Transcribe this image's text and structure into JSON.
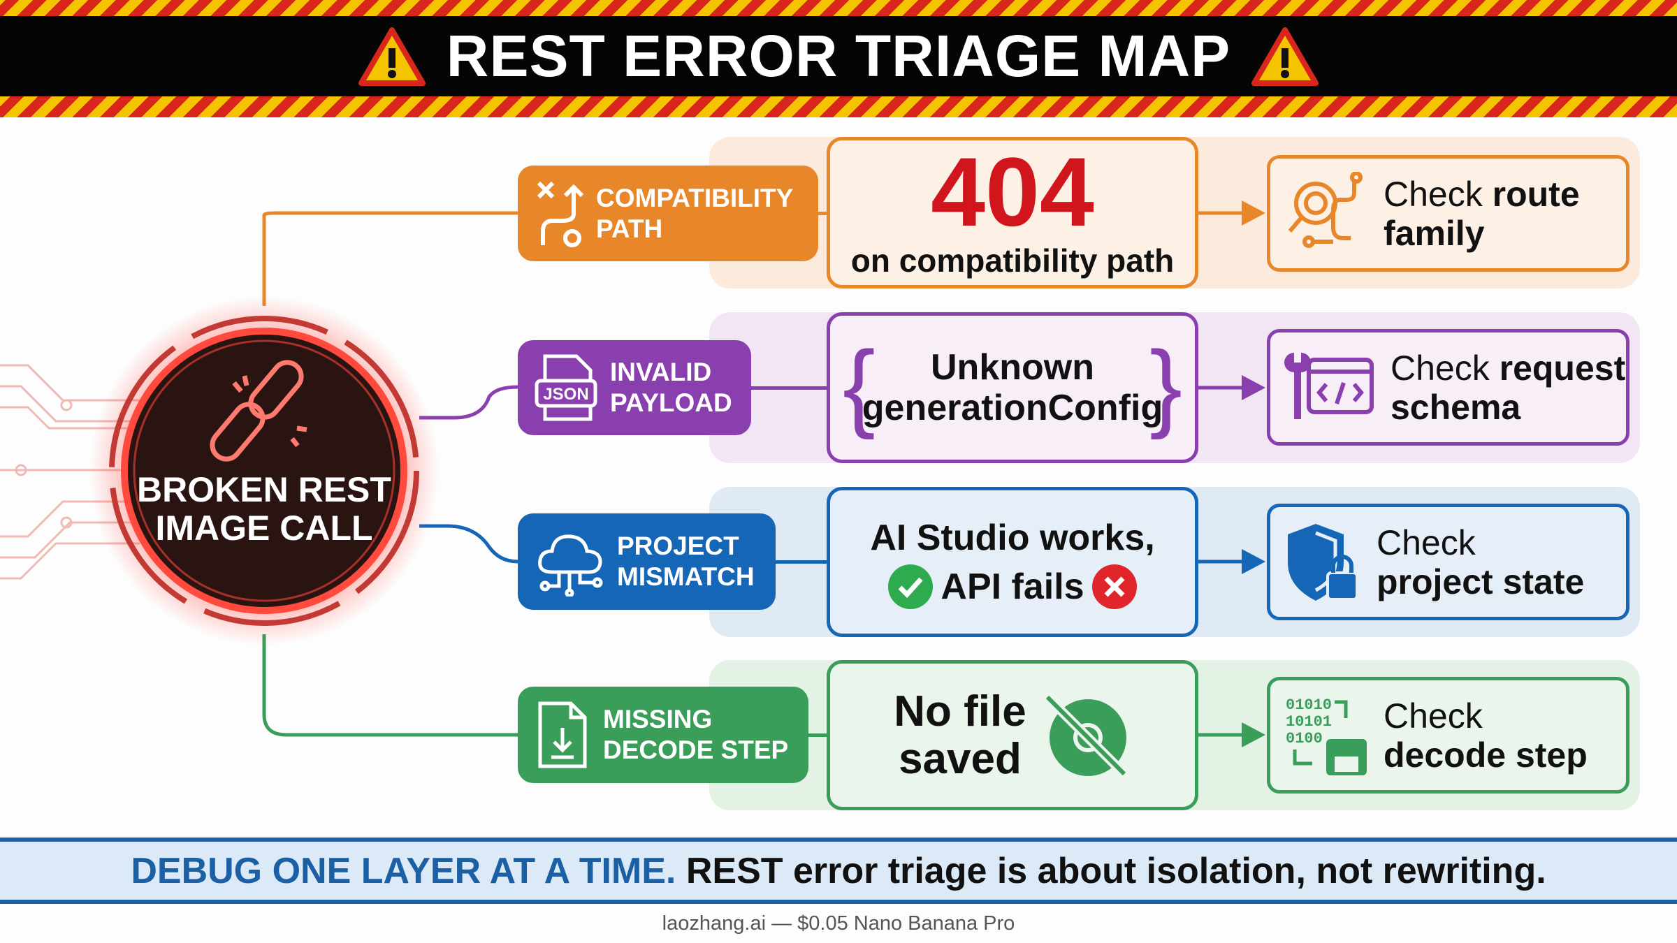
{
  "header": {
    "title": "REST ERROR TRIAGE MAP",
    "icon": "warning-triangle-icon"
  },
  "hub": {
    "line1": "BROKEN REST",
    "line2": "IMAGE CALL",
    "icon": "broken-link-icon"
  },
  "colors": {
    "orange": "#e8872a",
    "purple": "#8a3fae",
    "blue": "#1666b8",
    "green": "#3a9e5a",
    "red": "#d0151c"
  },
  "rows": [
    {
      "category": [
        "COMPATIBILITY",
        "PATH"
      ],
      "category_icon": "route-path-icon",
      "symptom_big": "404",
      "symptom": "on compatibility path",
      "action": {
        "prefix": "Check ",
        "bold": "route",
        "line2": "family"
      },
      "action_icon": "search-route-icon"
    },
    {
      "category": [
        "INVALID",
        "PAYLOAD"
      ],
      "category_icon": "json-file-icon",
      "json_label": "JSON",
      "symptom": [
        "Unknown",
        "generationConfig"
      ],
      "action": {
        "prefix": "Check ",
        "bold": "request",
        "line2": "schema"
      },
      "action_icon": "wrench-code-icon"
    },
    {
      "category": [
        "PROJECT",
        "MISMATCH"
      ],
      "category_icon": "cloud-network-icon",
      "symptom": [
        "AI Studio works,",
        "API fails"
      ],
      "action": {
        "prefix": "Check",
        "bold": "",
        "line2": "project state"
      },
      "action_icon": "shield-lock-icon"
    },
    {
      "category": [
        "MISSING",
        "DECODE STEP"
      ],
      "category_icon": "file-download-icon",
      "symptom": [
        "No file",
        "saved"
      ],
      "action": {
        "prefix": "Check",
        "bold": "",
        "line2": "decode step"
      },
      "action_icon": "binary-save-icon"
    }
  ],
  "footer": {
    "highlight": "DEBUG ONE LAYER AT A TIME.",
    "text": " REST error triage is about isolation, not rewriting."
  },
  "credit": "laozhang.ai — $0.05 Nano Banana Pro"
}
